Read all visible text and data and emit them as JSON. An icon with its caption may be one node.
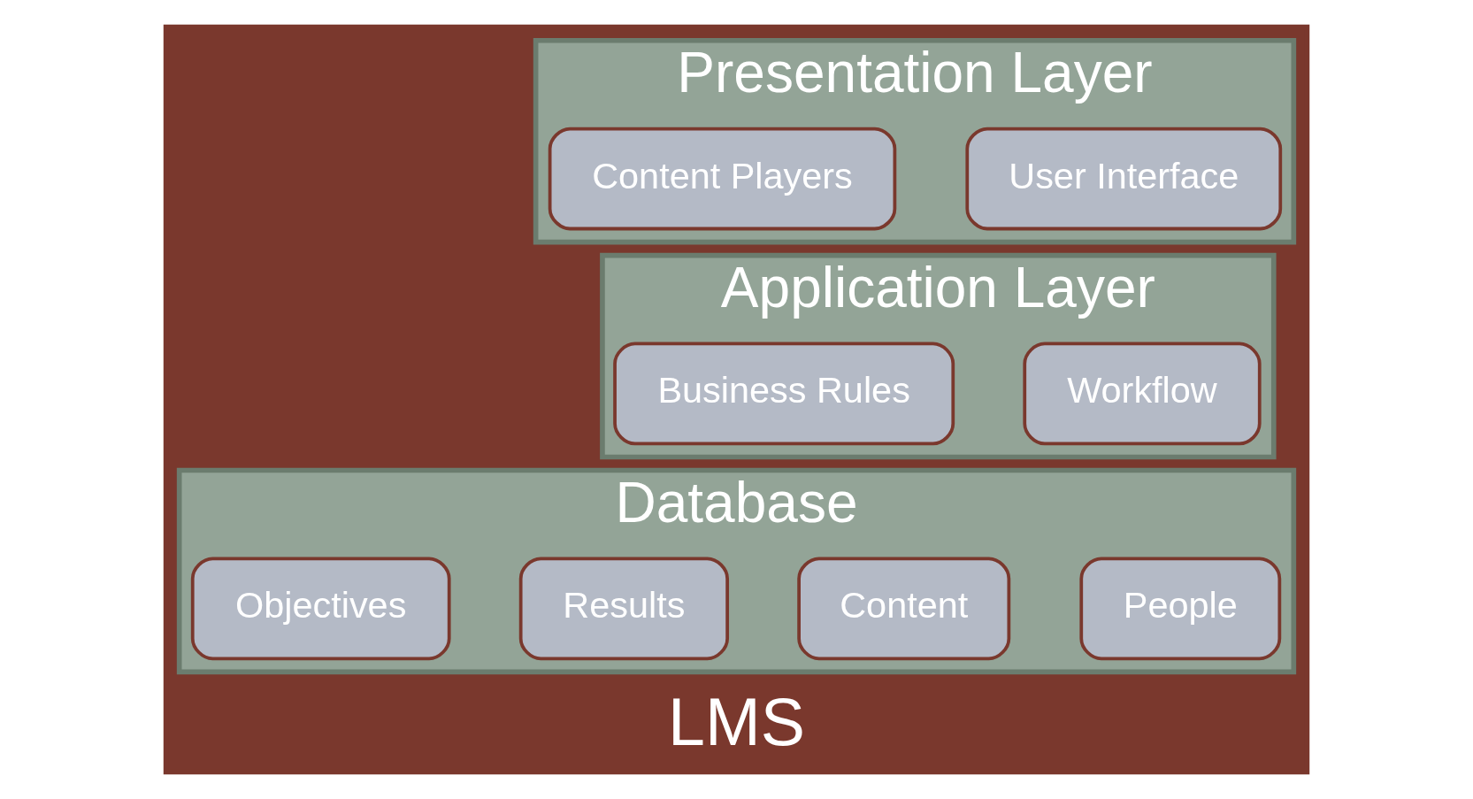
{
  "diagram": {
    "nodes": [
      {
        "text": [
          "LMS"
        ]
      },
      {
        "text": [
          "Presentation Layer"
        ],
        "in": 0
      },
      {
        "text": [
          "User Interface"
        ],
        "in": 1
      },
      {
        "text": [
          "Content Players"
        ],
        "in": 1
      },
      {
        "text": [
          "Application Layer"
        ],
        "in": 0
      },
      {
        "text": [
          "Workflow"
        ],
        "in": 4
      },
      {
        "text": [
          "Business Rules"
        ],
        "in": 4
      },
      {
        "text": [
          "Database"
        ],
        "in": 0
      },
      {
        "text": [
          "People"
        ],
        "in": 7
      },
      {
        "text": [
          "Content"
        ],
        "in": 7
      },
      {
        "text": [
          "Results"
        ],
        "in": 7
      },
      {
        "text": [
          "Objectives"
        ],
        "in": 7
      }
    ],
    "edges": []
  }
}
